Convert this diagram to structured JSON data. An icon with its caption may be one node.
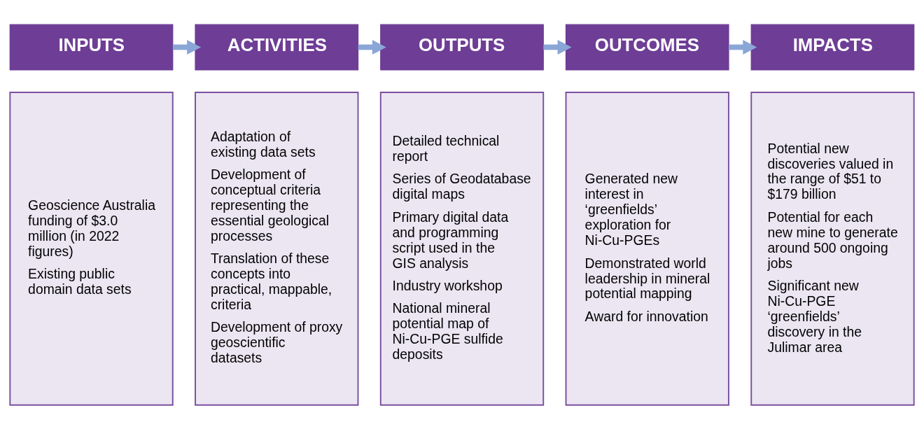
{
  "diagram": {
    "nodes": [
      {
        "text": [
          "INPUTS"
        ]
      },
      {
        "text": [
          "ACTIVITIES"
        ]
      },
      {
        "text": [
          "OUTPUTS"
        ]
      },
      {
        "text": [
          "OUTCOMES"
        ]
      },
      {
        "text": [
          "IMPACTS"
        ]
      },
      {
        "text": [
          "Geoscience Australia funding of $3.0 million (in 2022 figures)",
          "Existing public domain data sets"
        ]
      },
      {
        "text": [
          "Adaptation of existing data sets",
          "Development of conceptual criteria representing the essential geological processes",
          "Translation of these concepts into practical, mappable, criteria",
          "Development of proxy geoscientific datasets"
        ]
      },
      {
        "text": [
          "Detailed technical report",
          "Series of Geodatabase digital maps",
          "Primary digital data and programming script used in the GIS analysis",
          "Industry workshop",
          "National mineral potential map of Ni-Cu-PGE sulfide deposits"
        ]
      },
      {
        "text": [
          "Generated new interest in ‘greenfields’ exploration for Ni-Cu-PGEs",
          "Demonstrated world leadership in mineral potential mapping",
          "Award for innovation"
        ]
      },
      {
        "text": [
          "Potential new discoveries valued in the range of $51 to $179 billion",
          "Potential for each new mine to generate around 500 ongoing jobs",
          "Significant new Ni-Cu-PGE ‘greenfields’ discovery in the Julimar area"
        ]
      }
    ],
    "edges": [
      {
        "from": 0,
        "to": 1,
        "arrow": "to"
      },
      {
        "from": 1,
        "to": 2,
        "arrow": "to"
      },
      {
        "from": 2,
        "to": 3,
        "arrow": "to"
      },
      {
        "from": 3,
        "to": 4,
        "arrow": "to"
      }
    ]
  }
}
